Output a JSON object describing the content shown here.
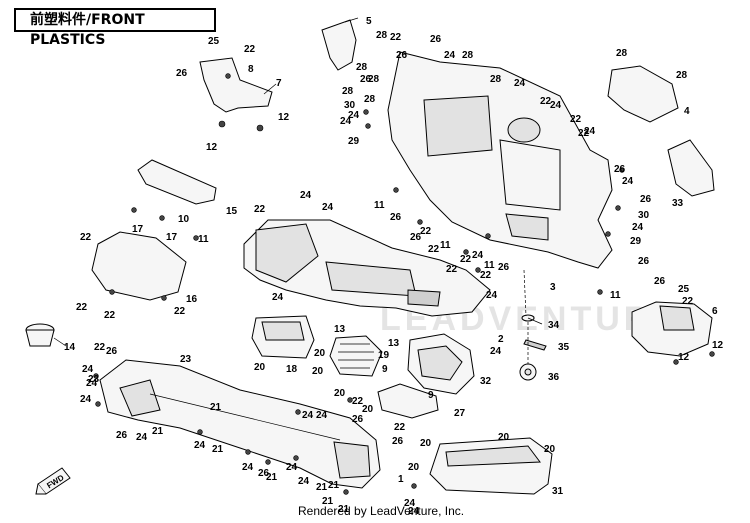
{
  "title": "前塑料件/FRONT PLASTICS",
  "footer": "Rendered by LeadVenture, Inc.",
  "watermark": "LEADVENTURE",
  "fwd_label": "FWD",
  "callouts": {
    "c1": "5",
    "c2": "28",
    "c3": "28",
    "c4": "25",
    "c5": "22",
    "c6": "26",
    "c7": "8",
    "c8": "7",
    "c9": "12",
    "c10": "12",
    "c11": "22",
    "c12": "26",
    "c13": "24",
    "c14": "26",
    "c15": "28",
    "c16": "28",
    "c17": "28",
    "c18": "28",
    "c19": "28",
    "c20": "24",
    "c21": "22",
    "c22": "24",
    "c23": "26",
    "c24": "30",
    "c25": "24",
    "c26": "29",
    "c27": "22",
    "c28": "24",
    "c29": "22",
    "c30": "24",
    "c31": "4",
    "c32": "28",
    "c33": "28",
    "c34": "26",
    "c35": "33",
    "c36": "24",
    "c37": "26",
    "c38": "30",
    "c39": "24",
    "c40": "29",
    "c41": "26",
    "c42": "10",
    "c43": "17",
    "c44": "17",
    "c45": "15",
    "c46": "11",
    "c47": "22",
    "c48": "16",
    "c49": "22",
    "c50": "22",
    "c51": "22",
    "c52": "24",
    "c53": "24",
    "c54": "22",
    "c55": "24",
    "c56": "11",
    "c57": "26",
    "c58": "26",
    "c59": "22",
    "c60": "11",
    "c61": "22",
    "c62": "22",
    "c63": "24",
    "c64": "11",
    "c65": "26",
    "c66": "3",
    "c67": "11",
    "c68": "24",
    "c69": "22",
    "c70": "26",
    "c71": "25",
    "c72": "22",
    "c73": "6",
    "c74": "12",
    "c75": "12",
    "c76": "14",
    "c77": "13",
    "c78": "13",
    "c79": "2",
    "c80": "24",
    "c81": "34",
    "c82": "35",
    "c83": "36",
    "c84": "19",
    "c85": "20",
    "c86": "20",
    "c87": "18",
    "c88": "20",
    "c89": "9",
    "c90": "32",
    "c91": "9",
    "c92": "27",
    "c93": "22",
    "c94": "26",
    "c95": "24",
    "c96": "23",
    "c97": "24",
    "c98": "23",
    "c99": "24",
    "c100": "26",
    "c101": "24",
    "c102": "21",
    "c103": "21",
    "c104": "24",
    "c105": "24",
    "c106": "26",
    "c107": "21",
    "c108": "24",
    "c109": "24",
    "c110": "21",
    "c111": "1",
    "c112": "21",
    "c113": "24",
    "c114": "20",
    "c115": "20",
    "c116": "20",
    "c117": "20",
    "c118": "31",
    "c119": "24",
    "c120": "22",
    "c121": "21",
    "c122": "26",
    "c123": "22",
    "c124": "26",
    "c125": "20",
    "c126": "24",
    "c127": "24",
    "c128": "22",
    "c129": "21",
    "c130": "21",
    "c131": "20"
  }
}
